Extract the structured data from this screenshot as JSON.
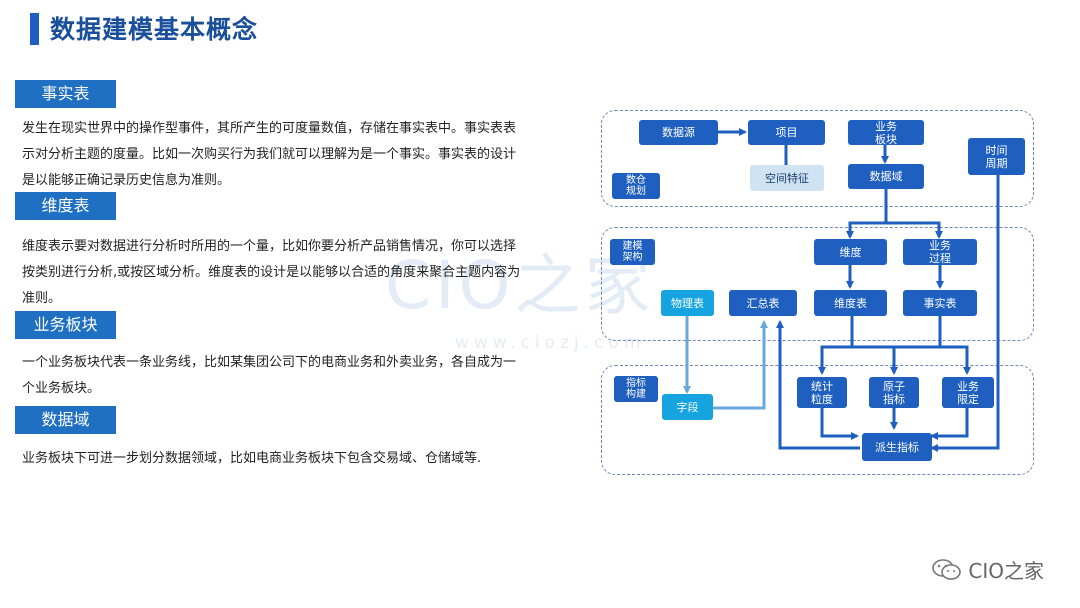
{
  "header": {
    "title": "数据建模基本概念"
  },
  "sections": [
    {
      "label": "事实表",
      "text": "发生在现实世界中的操作型事件，其所产生的可度量数值，存储在事实表中。事实表表示对分析主题的度量。比如一次购买行为我们就可以理解为是一个事实。事实表的设计是以能够正确记录历史信息为准则。"
    },
    {
      "label": "维度表",
      "text": "维度表示要对数据进行分析时所用的一个量，比如你要分析产品销售情况，你可以选择按类别进行分析,或按区域分析。维度表的设计是以能够以合适的角度来聚合主题内容为准则。"
    },
    {
      "label": "业务板块",
      "text": "一个业务板块代表一条业务线，比如某集团公司下的电商业务和外卖业务，各自成为一个业务板块。"
    },
    {
      "label": "数据域",
      "text": "业务板块下可进一步划分数据领域，比如电商业务板块下包含交易域、仓储域等."
    }
  ],
  "watermark": {
    "main": "CIO之家",
    "url": "www.ciozj.com"
  },
  "diagram": {
    "region_labels": {
      "planning": "数仓\n规划",
      "modeling": "建模\n架构",
      "metrics": "指标\n构建"
    },
    "nodes": {
      "data_source": "数据源",
      "project": "项目",
      "business_block": "业务\n板块",
      "spatial_feature": "空间特征",
      "data_domain": "数据域",
      "time_period": "时间\n周期",
      "dimension": "维度",
      "business_process": "业务\n过程",
      "physical_table": "物理表",
      "summary_table": "汇总表",
      "dimension_table": "维度表",
      "fact_table": "事实表",
      "field": "字段",
      "stat_granularity": "统计\n粒度",
      "atomic_metric": "原子\n指标",
      "business_qualifier": "业务\n限定",
      "derived_metric": "派生指标"
    }
  },
  "footer": {
    "brand": "CIO之家",
    "icon": "wechat-icon"
  }
}
